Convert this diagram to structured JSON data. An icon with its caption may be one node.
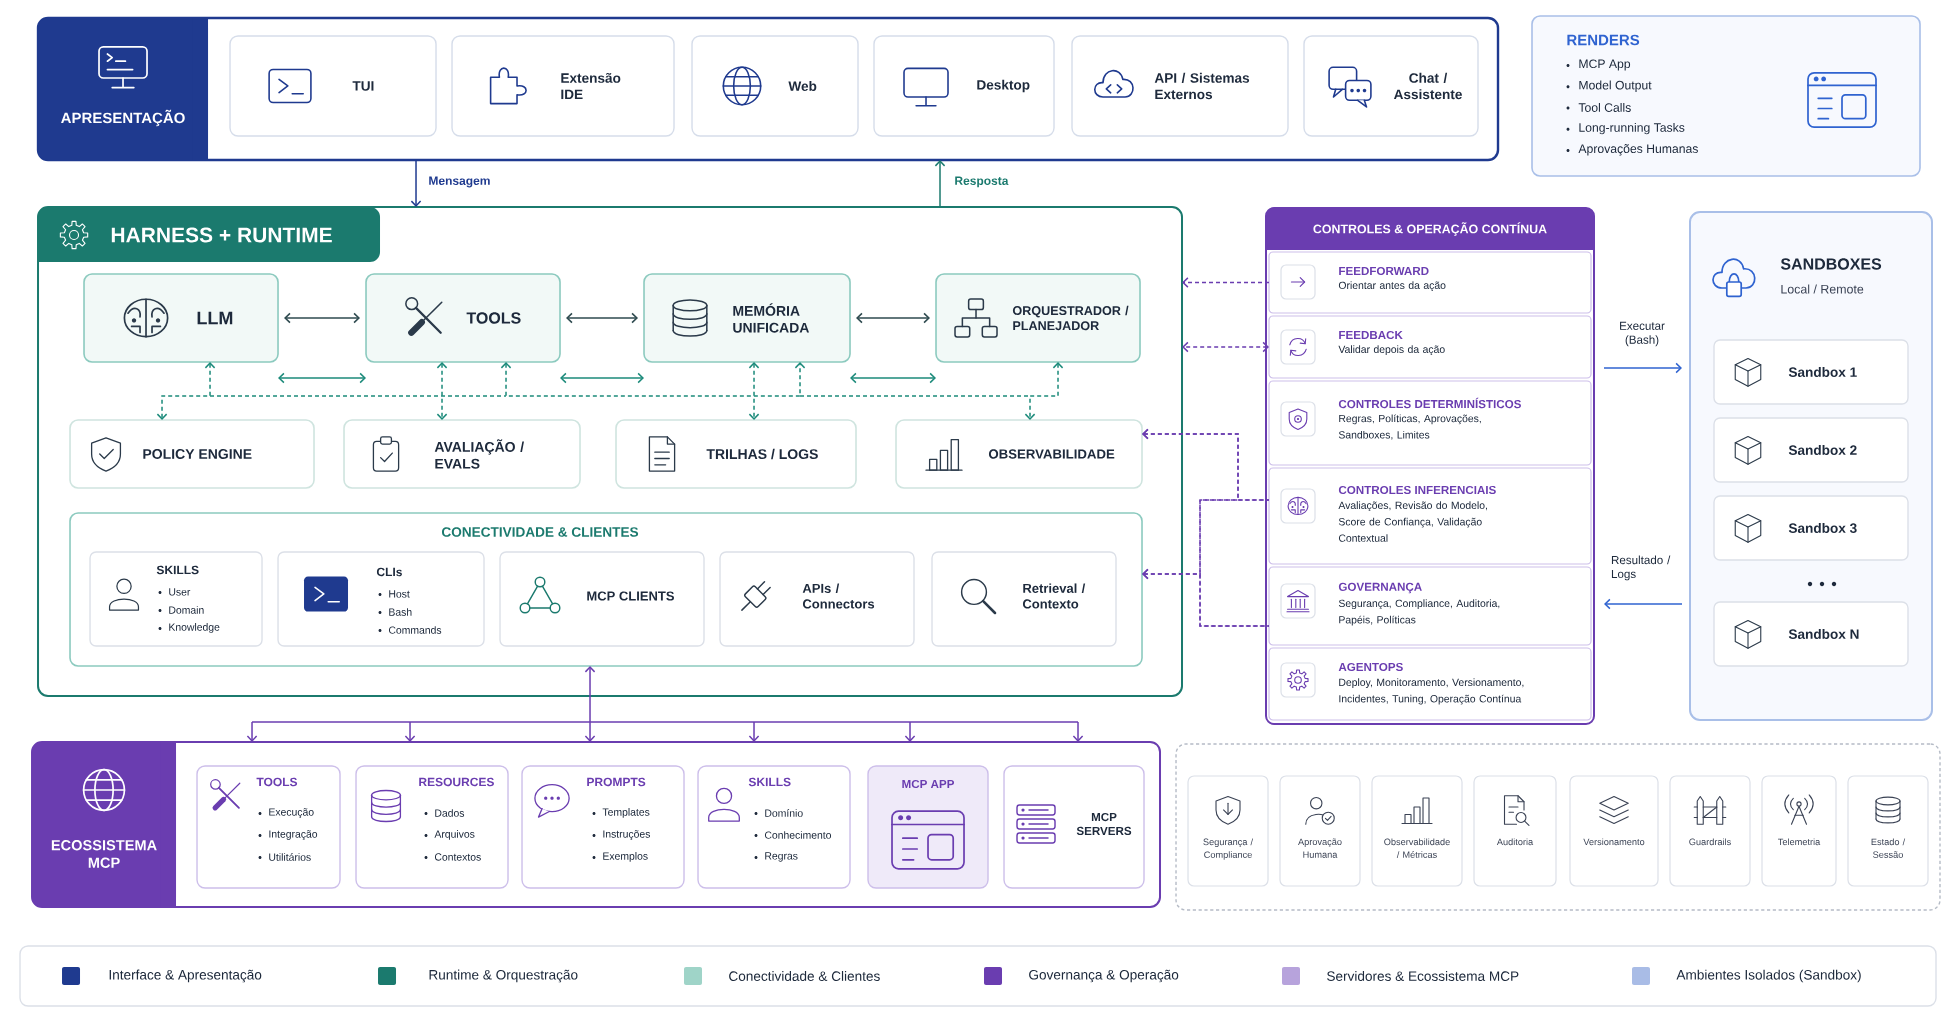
{
  "diagram": {
    "nodes": [
      {
        "text": [
          "APRESENTAÇÃO"
        ]
      },
      {
        "text": [
          "TUI"
        ],
        "in": 0
      },
      {
        "text": [
          "Extensão IDE"
        ],
        "in": 0
      },
      {
        "text": [
          "Web"
        ],
        "in": 0
      },
      {
        "text": [
          "Desktop"
        ],
        "in": 0
      },
      {
        "text": [
          "API / Sistemas Externos"
        ],
        "in": 0
      },
      {
        "text": [
          "Chat / Assistente"
        ],
        "in": 0
      },
      {
        "text": [
          "RENDERS",
          "MCP App",
          "Model Output",
          "Tool Calls",
          "Long-running Tasks",
          "Aprovações Humanas"
        ]
      },
      {
        "text": [
          "HARNESS + RUNTIME"
        ]
      },
      {
        "text": [
          "LLM"
        ],
        "in": 8
      },
      {
        "text": [
          "TOOLS"
        ],
        "in": 8
      },
      {
        "text": [
          "MEMÓRIA UNIFICADA"
        ],
        "in": 8
      },
      {
        "text": [
          "ORQUESTRADOR / PLANEJADOR"
        ],
        "in": 8
      },
      {
        "text": [
          "POLICY ENGINE"
        ],
        "in": 8
      },
      {
        "text": [
          "AVALIAÇÃO / EVALS"
        ],
        "in": 8
      },
      {
        "text": [
          "TRILHAS / LOGS"
        ],
        "in": 8
      },
      {
        "text": [
          "OBSERVABILIDADE"
        ],
        "in": 8
      },
      {
        "text": [
          "CONECTIVIDADE & CLIENTES"
        ],
        "in": 8
      },
      {
        "text": [
          "SKILLS",
          "User",
          "Domain",
          "Knowledge"
        ],
        "in": 17
      },
      {
        "text": [
          "CLIs",
          "Host",
          "Bash",
          "Commands"
        ],
        "in": 17
      },
      {
        "text": [
          "MCP CLIENTS"
        ],
        "in": 17
      },
      {
        "text": [
          "APIs / Connectors"
        ],
        "in": 17
      },
      {
        "text": [
          "Retrieval / Contexto"
        ],
        "in": 17
      },
      {
        "text": [
          "CONTROLES & OPERAÇÃO CONTÍNUA"
        ]
      },
      {
        "text": [
          "FEEDFORWARD",
          "Orientar antes da ação"
        ],
        "in": 23
      },
      {
        "text": [
          "FEEDBACK",
          "Validar depois da ação"
        ],
        "in": 23
      },
      {
        "text": [
          "CONTROLES DETERMINÍSTICOS",
          "Regras, Políticas, Aprovações, Sandboxes, Limites"
        ],
        "in": 23
      },
      {
        "text": [
          "CONTROLES INFERENCIAIS",
          "Avaliações, Revisão do Modelo, Score de Confiança, Validação Contextual"
        ],
        "in": 23
      },
      {
        "text": [
          "GOVERNANÇA",
          "Segurança, Compliance, Auditoria, Papéis, Políticas"
        ],
        "in": 23
      },
      {
        "text": [
          "AGENTOPS",
          "Deploy, Monitoramento, Versionamento, Incidentes, Tuning, Operação Contínua"
        ],
        "in": 23
      },
      {
        "text": [
          "SANDBOXES",
          "Local / Remote"
        ]
      },
      {
        "text": [
          "Sandbox 1"
        ],
        "in": 30
      },
      {
        "text": [
          "Sandbox 2"
        ],
        "in": 30
      },
      {
        "text": [
          "Sandbox 3"
        ],
        "in": 30
      },
      {
        "text": [
          "Sandbox N"
        ],
        "in": 30
      },
      {
        "text": [
          "ECOSSISTEMA MCP"
        ]
      },
      {
        "text": [
          "TOOLS",
          "Execução",
          "Integração",
          "Utilitários"
        ],
        "in": 35
      },
      {
        "text": [
          "RESOURCES",
          "Dados",
          "Arquivos",
          "Contextos"
        ],
        "in": 35
      },
      {
        "text": [
          "PROMPTS",
          "Templates",
          "Instruções",
          "Exemplos"
        ],
        "in": 35
      },
      {
        "text": [
          "SKILLS",
          "Domínio",
          "Conhecimento",
          "Regras"
        ],
        "in": 35
      },
      {
        "text": [
          "MCP APP"
        ],
        "in": 35
      },
      {
        "text": [
          "MCP SERVERS"
        ],
        "in": 35
      },
      {
        "text": [],
        "shape": "box"
      },
      {
        "text": [
          "Segurança / Compliance"
        ],
        "in": 42
      },
      {
        "text": [
          "Aprovação Humana"
        ],
        "in": 42
      },
      {
        "text": [
          "Observabilidade / Métricas"
        ],
        "in": 42
      },
      {
        "text": [
          "Auditoria"
        ],
        "in": 42
      },
      {
        "text": [
          "Versionamento"
        ],
        "in": 42
      },
      {
        "text": [
          "Guardrails"
        ],
        "in": 42
      },
      {
        "text": [
          "Telemetria"
        ],
        "in": 42
      },
      {
        "text": [
          "Estado / Sessão"
        ],
        "in": 42
      }
    ],
    "edges": [
      {
        "from": 0,
        "to": 8,
        "arrow": "to",
        "label": "Mensagem",
        "color": "#1f3a8f"
      },
      {
        "from": 8,
        "to": 0,
        "arrow": "to",
        "label": "Resposta",
        "color": "#1b7a6e"
      },
      {
        "from": 9,
        "to": 10,
        "arrow": "both",
        "color": "#2e4a4f"
      },
      {
        "from": 10,
        "to": 11,
        "arrow": "both",
        "color": "#2e4a4f"
      },
      {
        "from": 11,
        "to": 12,
        "arrow": "both",
        "color": "#2e4a4f"
      },
      {
        "from": 9,
        "to": 10,
        "arrow": "both",
        "color": "#1b8a7a"
      },
      {
        "from": 10,
        "to": 11,
        "arrow": "both",
        "color": "#1b8a7a"
      },
      {
        "from": 11,
        "to": 12,
        "arrow": "both",
        "color": "#1b8a7a"
      },
      {
        "from": 9,
        "to": 13,
        "arrow": "both",
        "style": "dashed",
        "color": "#1b8a7a"
      },
      {
        "from": 10,
        "to": 14,
        "arrow": "both",
        "style": "dashed",
        "color": "#1b8a7a"
      },
      {
        "from": 10,
        "to": 11,
        "arrow": "both",
        "style": "dashed",
        "color": "#1b8a7a"
      },
      {
        "from": 11,
        "to": 15,
        "arrow": "both",
        "style": "dashed",
        "color": "#1b8a7a"
      },
      {
        "from": 12,
        "to": 16,
        "arrow": "both",
        "style": "dashed",
        "color": "#1b8a7a"
      },
      {
        "from": 17,
        "to": 35,
        "arrow": "both"
      },
      {
        "from": 24,
        "to": 8,
        "arrow": "to",
        "style": "dashed"
      },
      {
        "from": 25,
        "to": 8,
        "arrow": "both",
        "style": "dashed"
      },
      {
        "from": 27,
        "to": 16,
        "arrow": "to",
        "style": "dashed"
      },
      {
        "from": 28,
        "to": 16,
        "arrow": "to",
        "style": "dashed"
      },
      {
        "from": 27,
        "to": 17,
        "arrow": "to",
        "style": "dashed"
      },
      {
        "from": 28,
        "to": 17,
        "arrow": "to",
        "style": "dashed"
      },
      {
        "from": 23,
        "to": 30,
        "arrow": "to",
        "label": "Executar (Bash)",
        "color": "#2f63d0"
      },
      {
        "from": 30,
        "to": 23,
        "arrow": "to",
        "label": "Resultado / Logs",
        "color": "#2f63d0"
      }
    ],
    "legend": [
      {
        "text": "Interface & Apresentação",
        "color": "#1f3a8f"
      },
      {
        "text": "Runtime & Orquestração",
        "color": "#1b7a6e"
      },
      {
        "text": "Conectividade & Clientes",
        "color": "#9fd4c8"
      },
      {
        "text": "Governança & Operação",
        "color": "#6a3db0"
      },
      {
        "text": "Servidores & Ecossistema MCP",
        "color": "#b7a3dc"
      },
      {
        "text": "Ambientes Isolados (Sandbox)",
        "color": "#a9bce6"
      }
    ]
  }
}
